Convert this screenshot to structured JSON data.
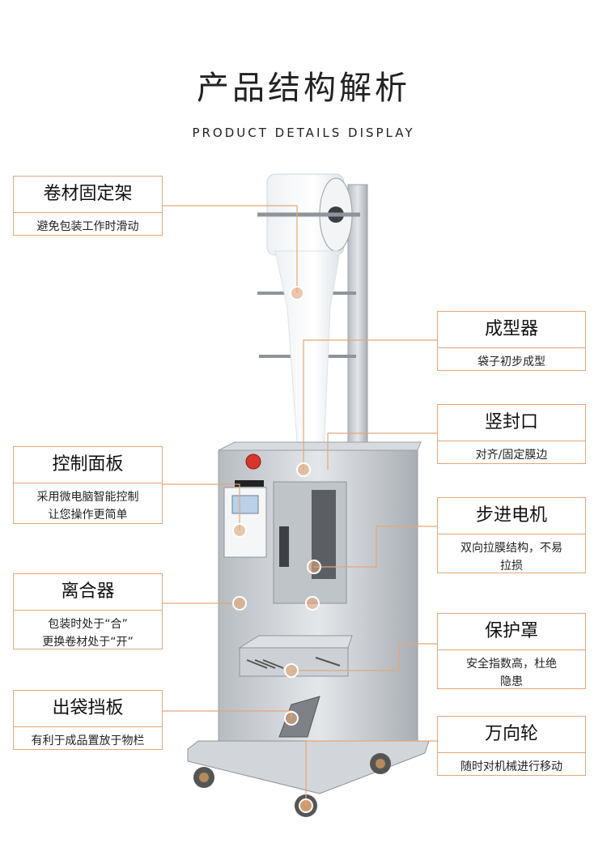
{
  "header": {
    "title": "产品结构解析",
    "subtitle": "PRODUCT DETAILS DISPLAY"
  },
  "callouts": [
    {
      "id": "roll-holder",
      "name": "卷材固定架",
      "desc": "避免包装工作时滑动"
    },
    {
      "id": "former",
      "name": "成型器",
      "desc": "袋子初步成型"
    },
    {
      "id": "vertical-seal",
      "name": "竖封口",
      "desc": "对齐/固定膜边"
    },
    {
      "id": "control-panel",
      "name": "控制面板",
      "desc": "采用微电脑智能控制\n让您操作更简单"
    },
    {
      "id": "stepper-motor",
      "name": "步进电机",
      "desc": "双向拉膜结构，不易\n拉损"
    },
    {
      "id": "clutch",
      "name": "离合器",
      "desc": "包装时处于“合”\n更换卷材处于“开”"
    },
    {
      "id": "guard",
      "name": "保护罩",
      "desc": "安全指数高，杜绝\n隐患"
    },
    {
      "id": "bag-baffle",
      "name": "出袋挡板",
      "desc": "有利于成品置放于物栏"
    },
    {
      "id": "casters",
      "name": "万向轮",
      "desc": "随时对机械进行移动"
    }
  ],
  "colors": {
    "accent": "#e3a77a",
    "steel": "#c9cdd1"
  }
}
